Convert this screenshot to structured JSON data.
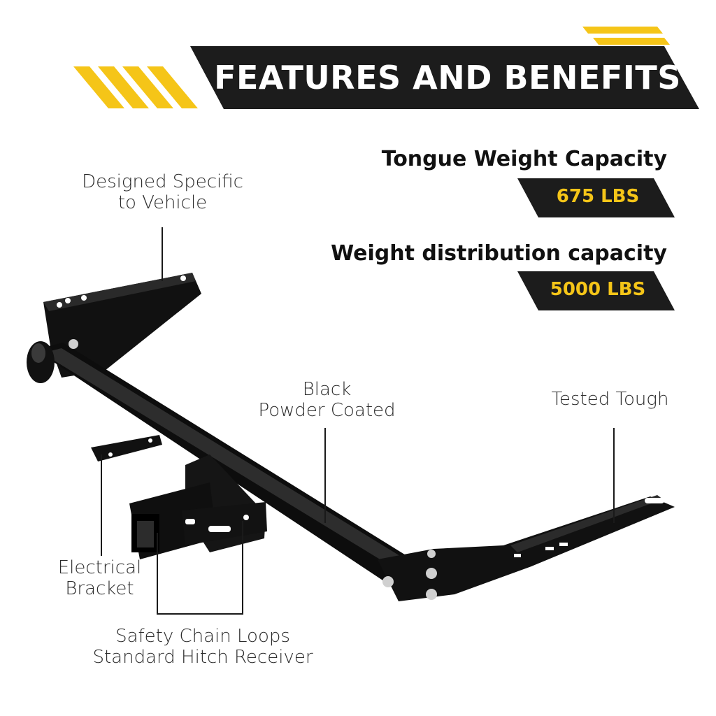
{
  "banner": {
    "title": "FEATURES AND BENEFITS"
  },
  "specs": [
    {
      "label": "Tongue Weight Capacity",
      "value": "675 LBS"
    },
    {
      "label": "Weight distribution capacity",
      "value": "5000 LBS"
    }
  ],
  "callouts": {
    "designed_line1": "Designed Specific",
    "designed_line2": "to Vehicle",
    "black_line1": "Black",
    "black_line2": "Powder Coated",
    "tested": "Tested Tough",
    "electrical_line1": "Electrical",
    "electrical_line2": "Bracket",
    "safety_line1": "Safety Chain Loops",
    "safety_line2": "Standard Hitch Receiver"
  },
  "colors": {
    "accent": "#f5c518",
    "dark": "#1c1c1c"
  }
}
